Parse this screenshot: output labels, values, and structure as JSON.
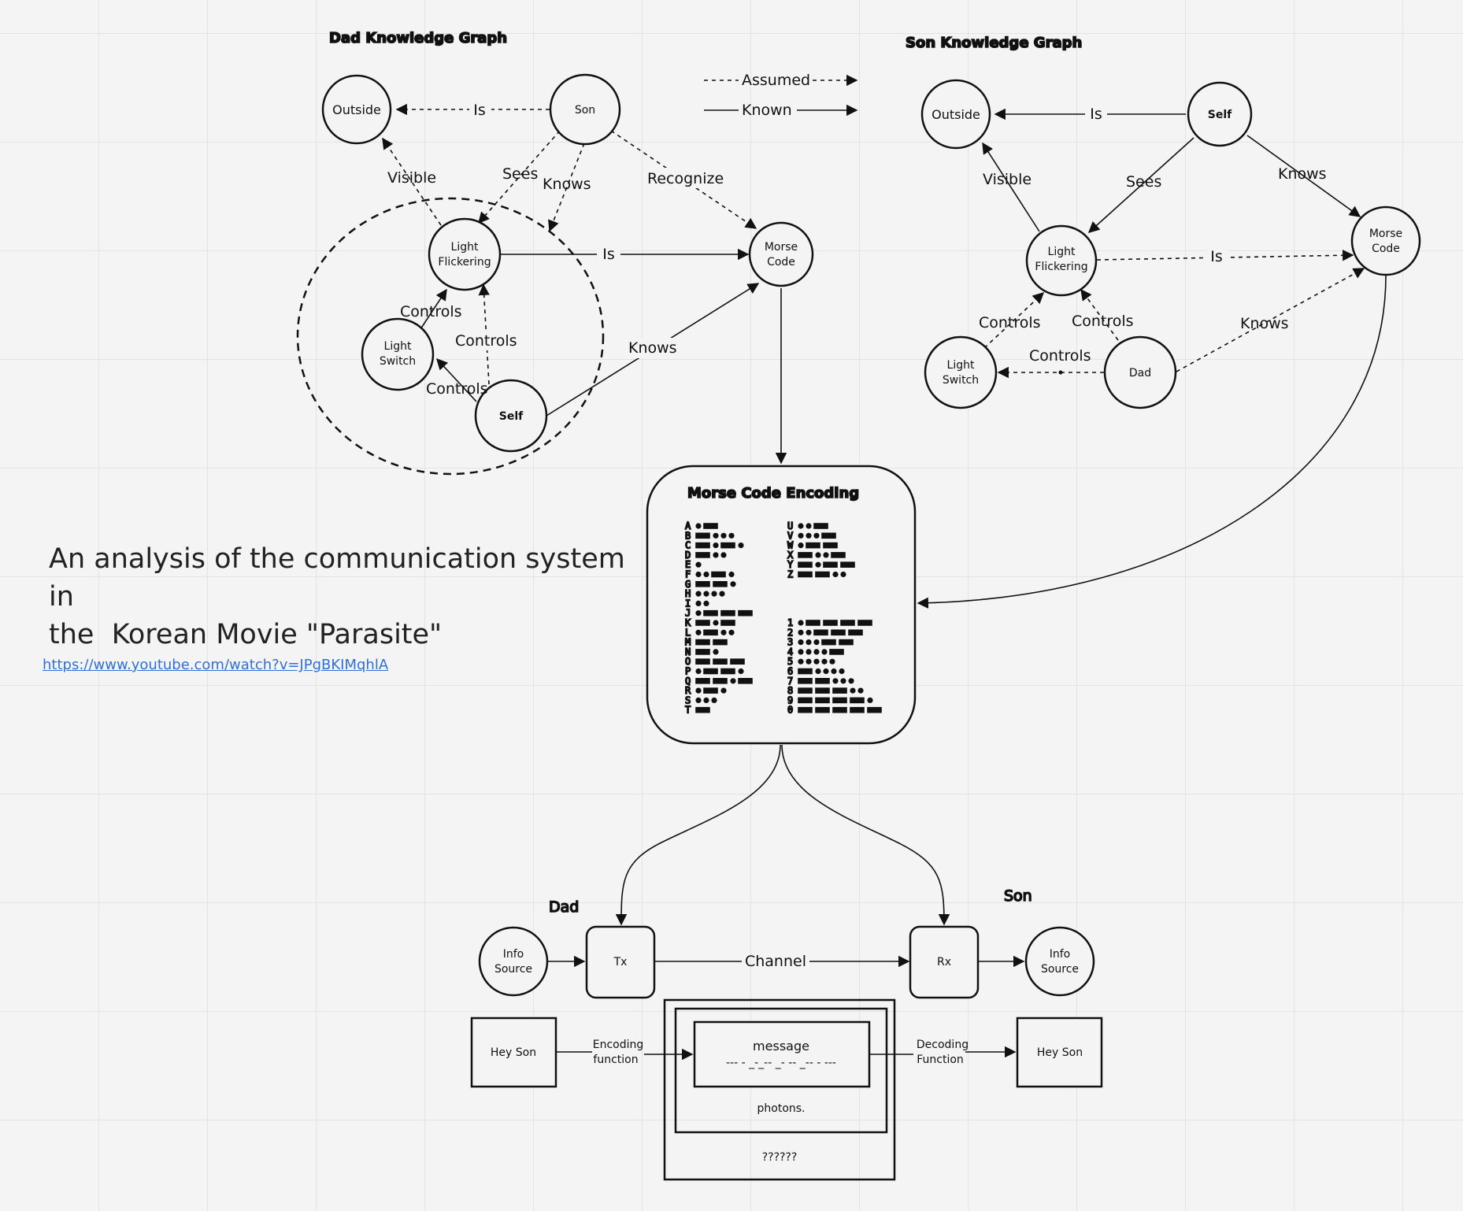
{
  "headings": {
    "dad_graph": "Dad Knowledge Graph",
    "son_graph": "Son Knowledge Graph",
    "morse_box": "Morse Code Encoding"
  },
  "legend": {
    "assumed": "Assumed",
    "known": "Known"
  },
  "dad_graph": {
    "nodes": {
      "outside": "Outside",
      "son": "Son",
      "light_flickering": [
        "Light",
        "Flickering"
      ],
      "morse_code": [
        "Morse",
        "Code"
      ],
      "light_switch": [
        "Light",
        "Switch"
      ],
      "self": "Self"
    },
    "edges": {
      "is_son_outside": "Is",
      "visible": "Visible",
      "sees": "Sees",
      "knows_son": "Knows",
      "recognize": "Recognize",
      "is_light_morse": "Is",
      "controls_switch_light": "Controls",
      "controls_self_light": "Controls",
      "controls_self_switch": "Controls",
      "knows_self_morse": "Knows"
    }
  },
  "son_graph": {
    "nodes": {
      "outside": "Outside",
      "self": "Self",
      "light_flickering": [
        "Light",
        "Flickering"
      ],
      "morse_code": [
        "Morse",
        "Code"
      ],
      "light_switch": [
        "Light",
        "Switch"
      ],
      "dad": "Dad"
    },
    "edges": {
      "is_self_outside": "Is",
      "visible": "Visible",
      "sees": "Sees",
      "knows_self_morse": "Knows",
      "is_light_morse": "Is",
      "controls_switch_light": "Controls",
      "controls_dad_light": "Controls",
      "controls_dad_switch": "Controls",
      "knows_dad_morse": "Knows"
    }
  },
  "morse_table": {
    "letters_1": [
      {
        "ch": "A",
        "code": ".-"
      },
      {
        "ch": "B",
        "code": "-..."
      },
      {
        "ch": "C",
        "code": "-.-."
      },
      {
        "ch": "D",
        "code": "-.."
      },
      {
        "ch": "E",
        "code": "."
      },
      {
        "ch": "F",
        "code": "..-."
      },
      {
        "ch": "G",
        "code": "--."
      },
      {
        "ch": "H",
        "code": "...."
      },
      {
        "ch": "I",
        "code": ".."
      },
      {
        "ch": "J",
        "code": ".---"
      },
      {
        "ch": "K",
        "code": "-.-"
      },
      {
        "ch": "L",
        "code": ".-.."
      },
      {
        "ch": "M",
        "code": "--"
      },
      {
        "ch": "N",
        "code": "-."
      },
      {
        "ch": "O",
        "code": "---"
      },
      {
        "ch": "P",
        "code": ".--."
      },
      {
        "ch": "Q",
        "code": "--.-"
      },
      {
        "ch": "R",
        "code": ".-."
      },
      {
        "ch": "S",
        "code": "..."
      },
      {
        "ch": "T",
        "code": "-"
      }
    ],
    "letters_2": [
      {
        "ch": "U",
        "code": "..-"
      },
      {
        "ch": "V",
        "code": "...-"
      },
      {
        "ch": "W",
        "code": ".--"
      },
      {
        "ch": "X",
        "code": "-..-"
      },
      {
        "ch": "Y",
        "code": "-.--"
      },
      {
        "ch": "Z",
        "code": "--.."
      }
    ],
    "digits": [
      {
        "ch": "1",
        "code": ".----"
      },
      {
        "ch": "2",
        "code": "..---"
      },
      {
        "ch": "3",
        "code": "...--"
      },
      {
        "ch": "4",
        "code": "....-"
      },
      {
        "ch": "5",
        "code": "....."
      },
      {
        "ch": "6",
        "code": "-...."
      },
      {
        "ch": "7",
        "code": "--..."
      },
      {
        "ch": "8",
        "code": "---.."
      },
      {
        "ch": "9",
        "code": "----."
      },
      {
        "ch": "0",
        "code": "-----"
      }
    ]
  },
  "title": "An analysis of the communication system in\nthe  Korean Movie \"Parasite\"",
  "link": "https://www.youtube.com/watch?v=JPgBKIMqhlA",
  "comm": {
    "dad_label": "Dad",
    "son_label": "Son",
    "info_source_left": [
      "Info",
      "Source"
    ],
    "tx": "Tx",
    "channel": "Channel",
    "rx": "Rx",
    "info_source_right": [
      "Info",
      "Source"
    ],
    "hey_son_left": "Hey Son",
    "encoding_function": [
      "Encoding",
      "function"
    ],
    "message": "message",
    "message_code": "--- - _-_-- _- -- _-- - ---",
    "photons": "photons.",
    "unknown": "??????",
    "decoding_function": [
      "Decoding",
      "Function"
    ],
    "hey_son_right": "Hey Son"
  }
}
